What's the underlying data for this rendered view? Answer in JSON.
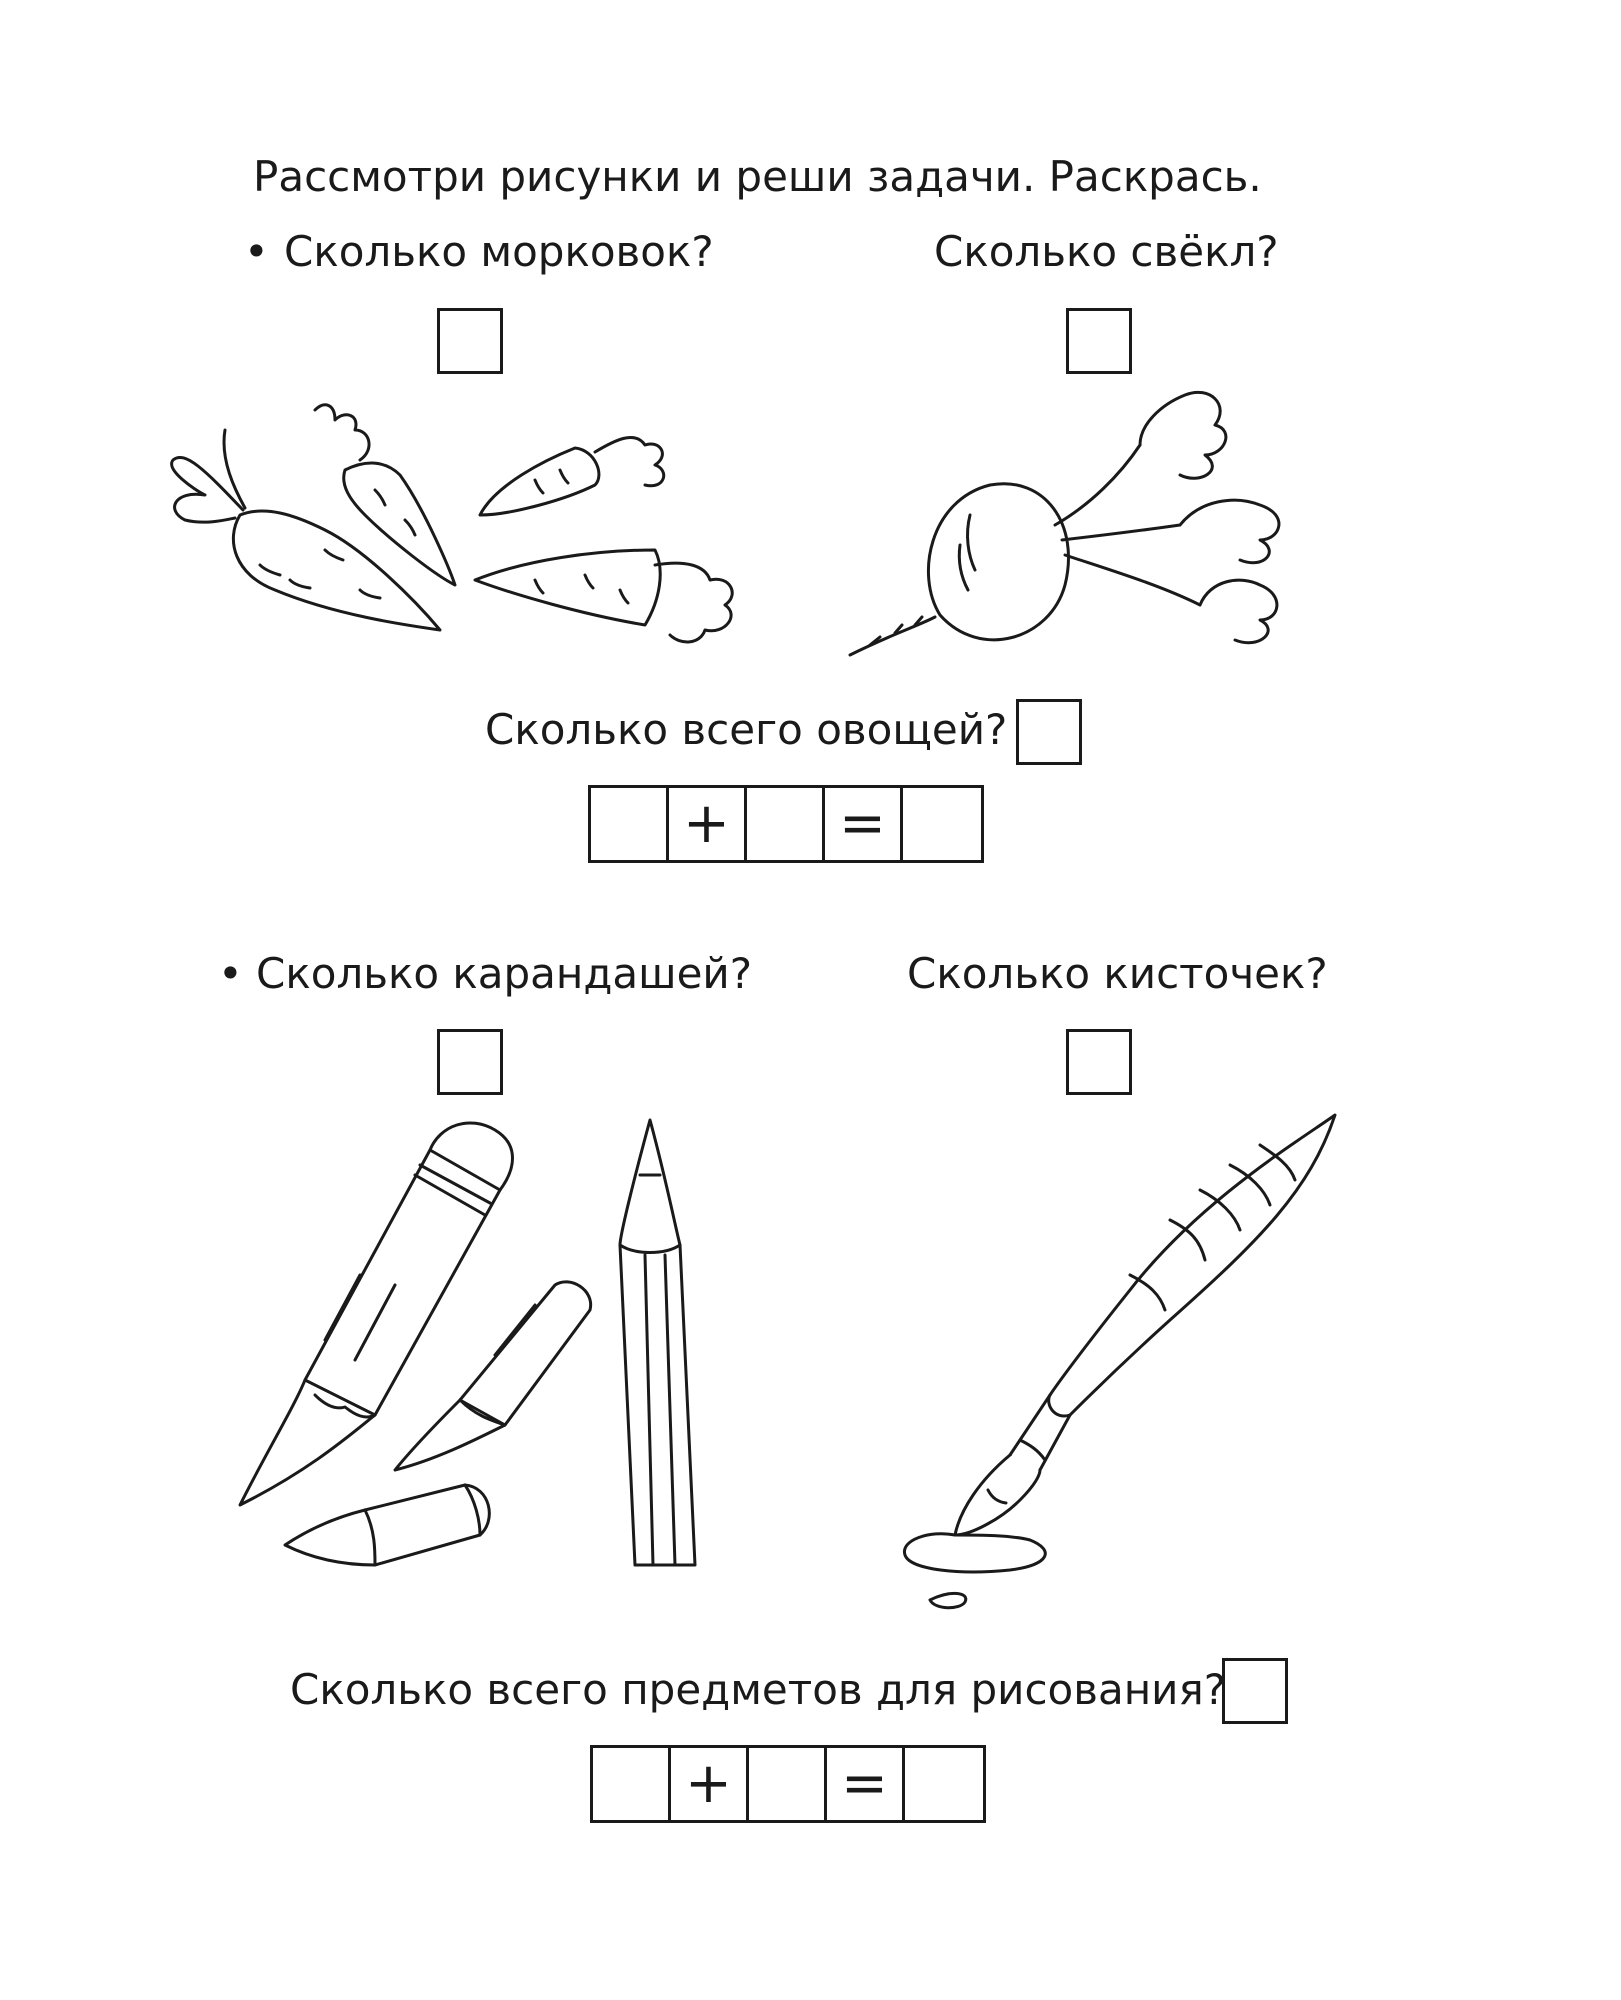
{
  "instruction": "Рассмотри рисунки и реши задачи. Раскрась.",
  "task1": {
    "bullet": "•",
    "q_left": "Сколько морковок?",
    "q_right": "Сколько свёкл?",
    "q_total": "Сколько всего овощей?",
    "plus": "+",
    "equals": "="
  },
  "task2": {
    "bullet": "•",
    "q_left": "Сколько карандашей?",
    "q_right": "Сколько кисточек?",
    "q_total": "Сколько всего предметов для рисования?",
    "plus": "+",
    "equals": "="
  },
  "icons": [
    "carrot-icon",
    "beet-icon",
    "pencil-icon",
    "paintbrush-icon"
  ]
}
